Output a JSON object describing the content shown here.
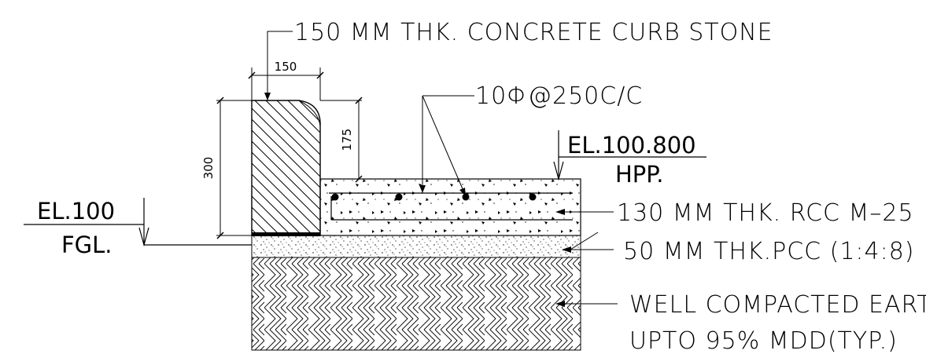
{
  "labels": {
    "curb_stone": "150 MM THK. CONCRETE CURB STONE",
    "rebar": "10Φ@250C/C",
    "rcc": "130 MM THK. RCC M–25",
    "pcc": "50 MM THK.PCC (1:4:8)",
    "earth_line1": "WELL COMPACTED EARTH",
    "earth_line2": "UPTO 95% MDD(TYP.)"
  },
  "elevations": {
    "hpp_level": "EL.100.800",
    "hpp_name": "HPP.",
    "fgl_level": "EL.100",
    "fgl_name": "FGL."
  },
  "dimensions": {
    "curb_width": "150",
    "curb_height": "300",
    "curb_projection": "175"
  },
  "colors": {
    "ink": "#000000",
    "paper": "#ffffff"
  }
}
